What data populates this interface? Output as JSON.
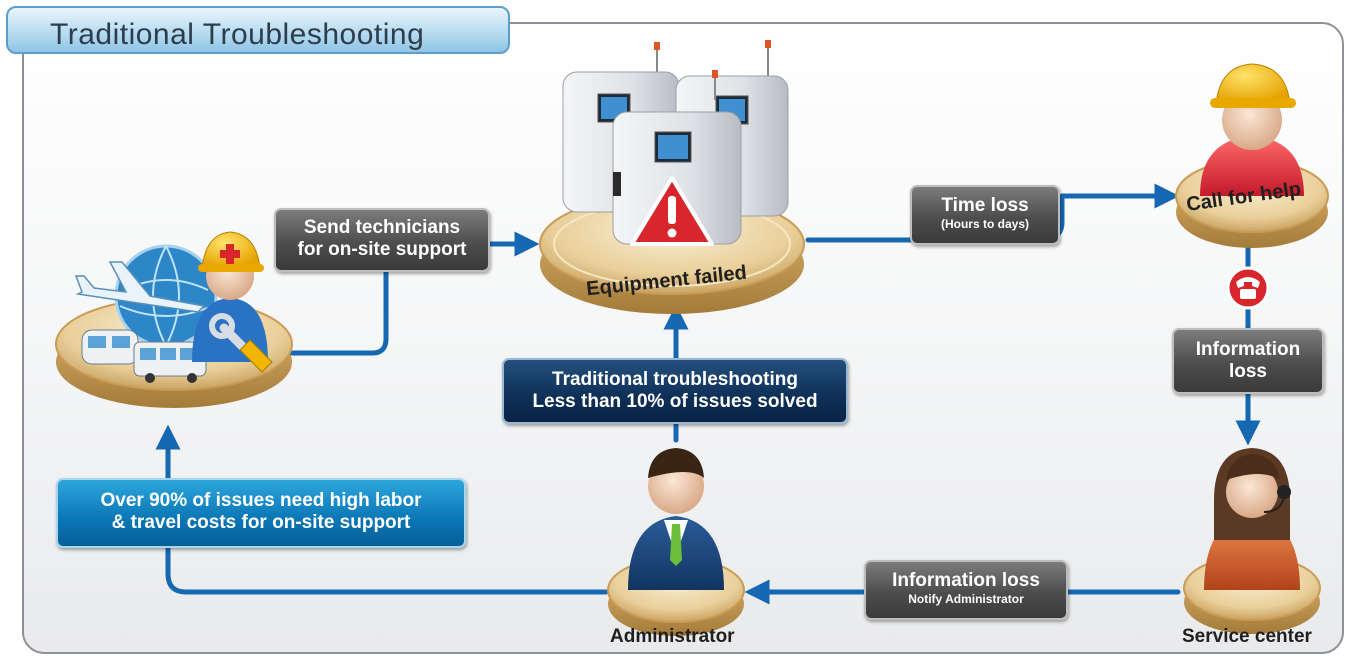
{
  "title": "Traditional Troubleshooting",
  "labels": {
    "send_technicians": "Send technicians\nfor on-site support",
    "time_loss": "Time loss",
    "time_loss_sub": "(Hours to days)",
    "information_loss_right": "Information\nloss",
    "information_loss_bottom": "Information loss",
    "notify_admin": "Notify Administrator",
    "traditional": "Traditional troubleshooting\nLess than 10% of issues solved",
    "over90": "Over 90% of issues need high labor\n& travel costs for on-site support"
  },
  "nodes": {
    "equipment": "Equipment failed",
    "call": "Call for help",
    "administrator": "Administrator",
    "service_center": "Service center"
  },
  "colors": {
    "flow_line": "#1668b2",
    "pedestal": "#e8c98f",
    "alert": "#d8262c"
  }
}
